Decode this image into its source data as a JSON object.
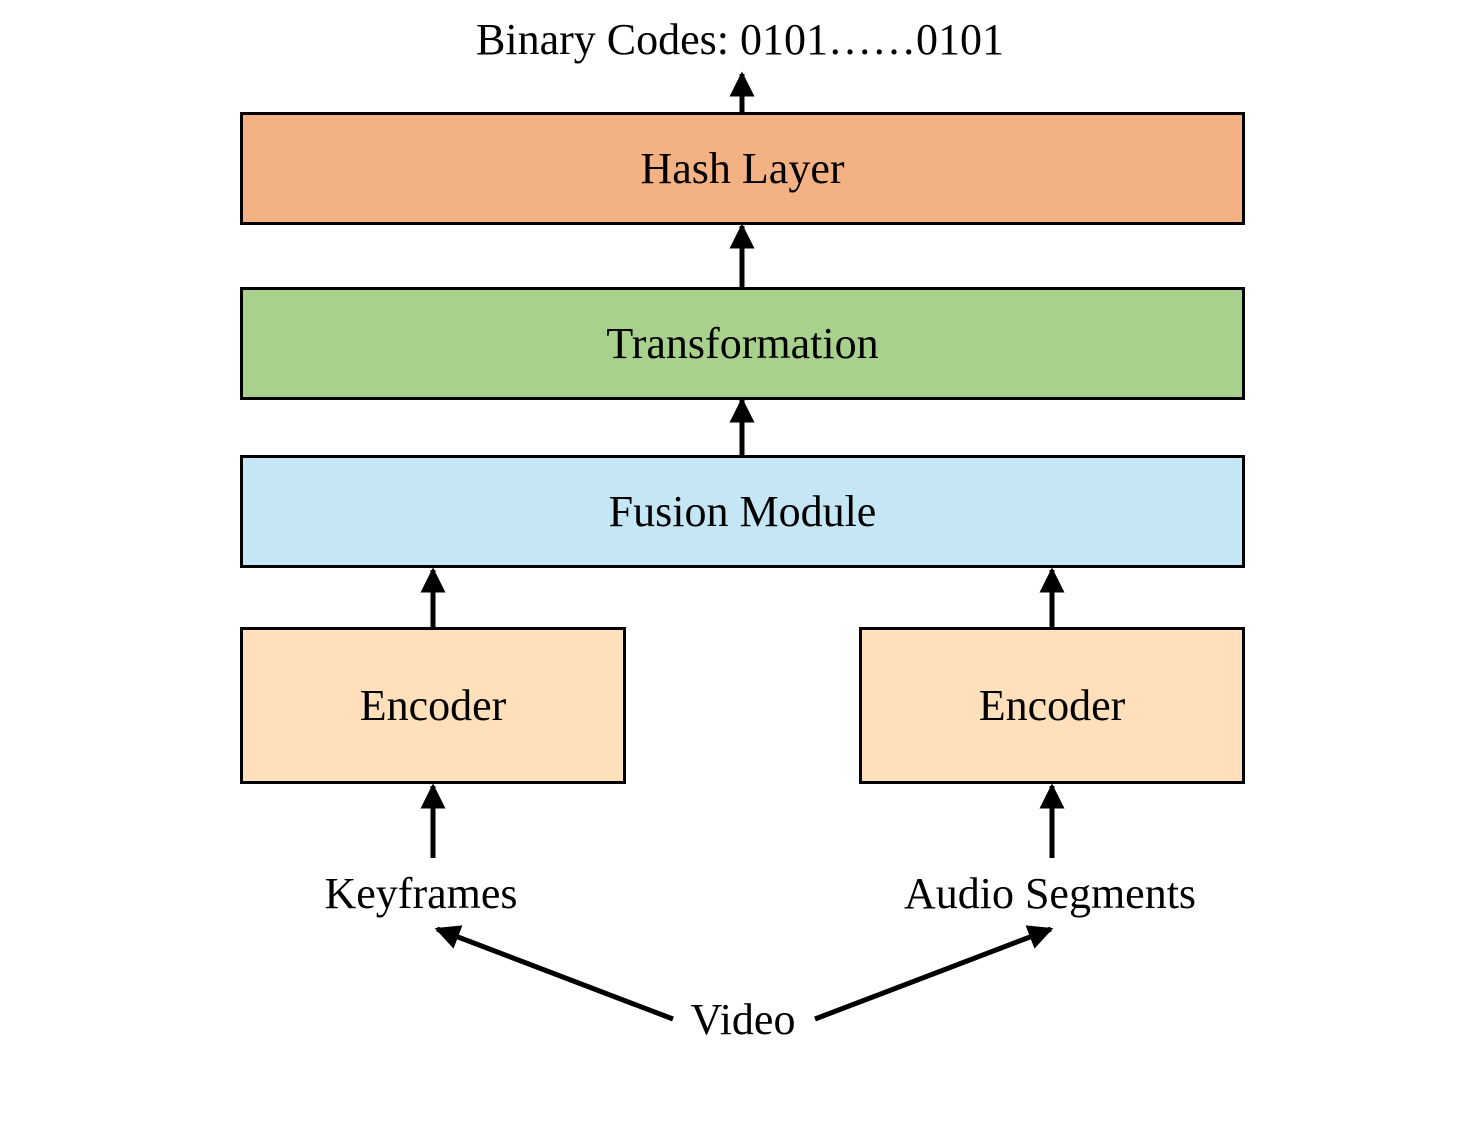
{
  "output_label": "Binary Codes: 0101……0101",
  "blocks": {
    "hash_layer": {
      "label": "Hash Layer",
      "color": "#F4B183"
    },
    "transformation": {
      "label": "Transformation",
      "color": "#A9D18E"
    },
    "fusion_module": {
      "label": "Fusion Module",
      "color": "#C5E6F5"
    },
    "encoder_left": {
      "label": "Encoder",
      "color": "#FFE0BA"
    },
    "encoder_right": {
      "label": "Encoder",
      "color": "#FFE0BA"
    }
  },
  "inputs": {
    "keyframes": "Keyframes",
    "audio_segments": "Audio Segments",
    "video": "Video"
  }
}
